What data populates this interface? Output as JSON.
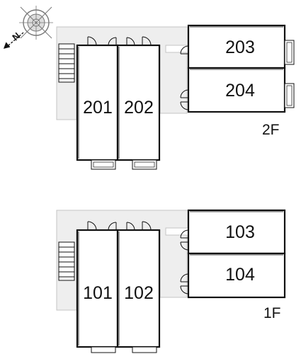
{
  "compass": {
    "label": "N",
    "icon": "north-arrow-icon"
  },
  "colors": {
    "walkway": "#eeeeee",
    "walkway_edge": "#c4c4c4",
    "wall": "#111111"
  },
  "floors": [
    {
      "label": "2F",
      "rooms": [
        {
          "number": "201"
        },
        {
          "number": "202"
        },
        {
          "number": "203"
        },
        {
          "number": "204"
        }
      ]
    },
    {
      "label": "1F",
      "rooms": [
        {
          "number": "101"
        },
        {
          "number": "102"
        },
        {
          "number": "103"
        },
        {
          "number": "104"
        }
      ]
    }
  ]
}
